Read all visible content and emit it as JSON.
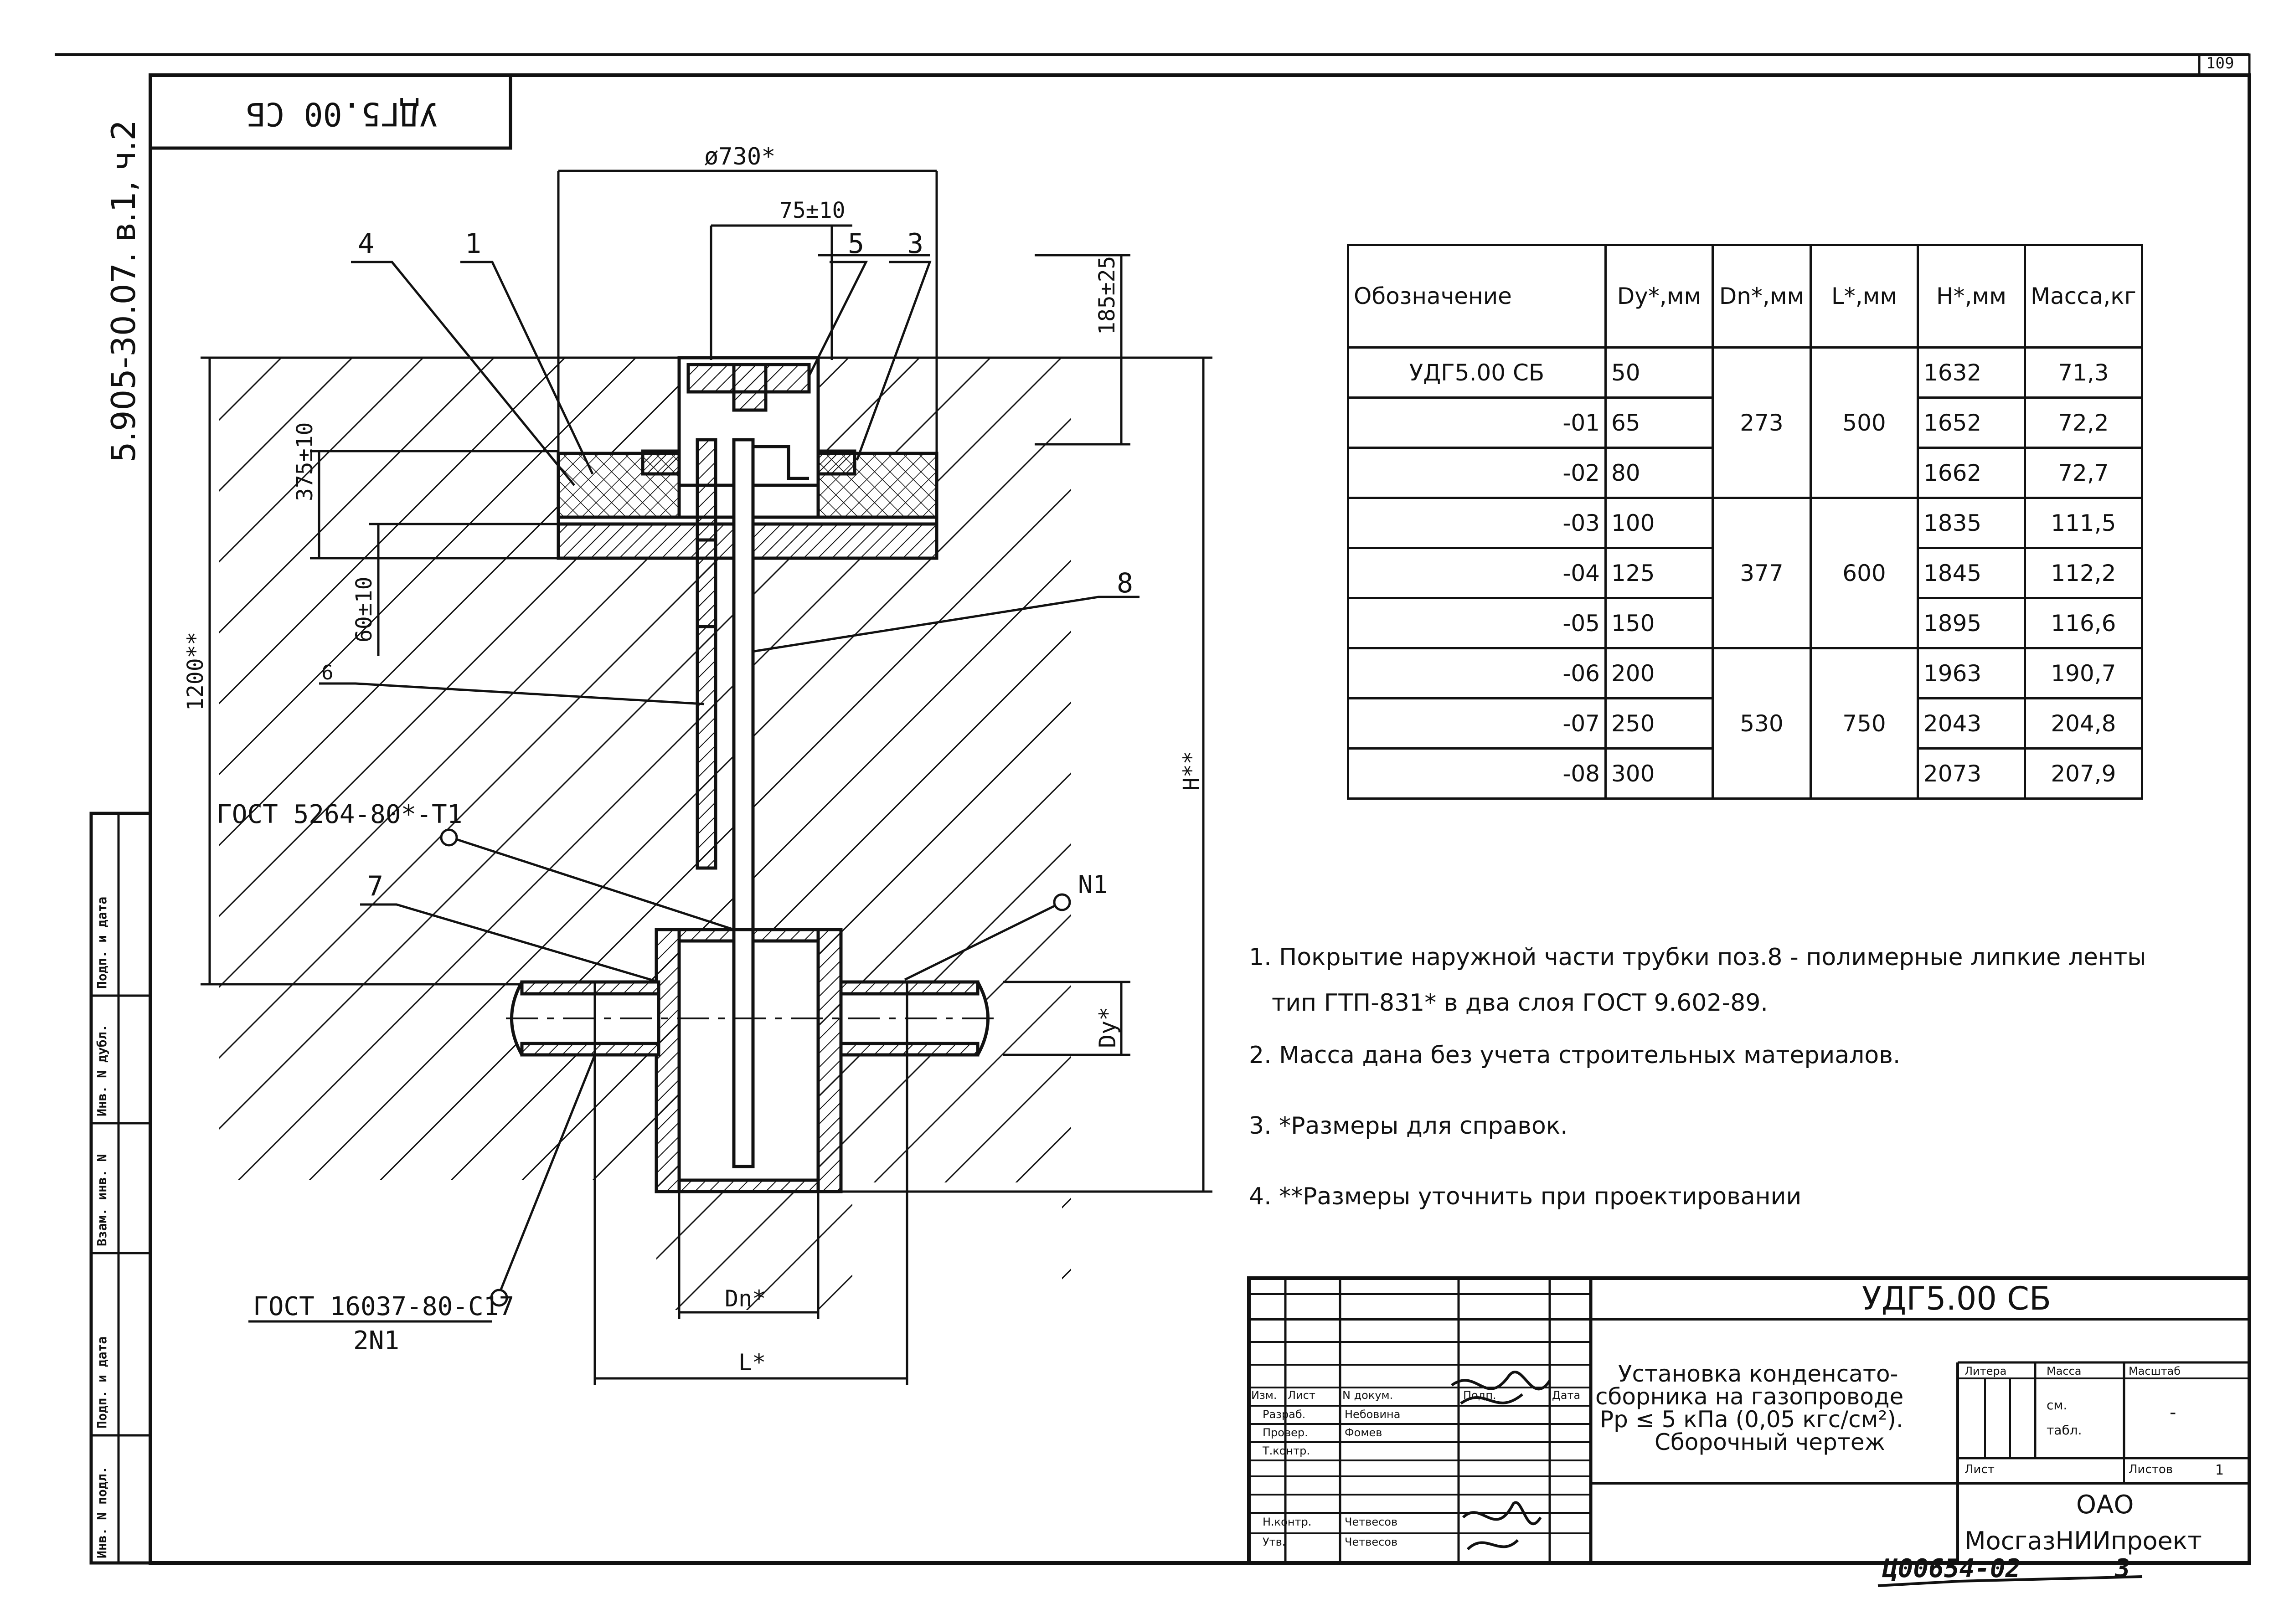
{
  "sheet": {
    "page_number": "109",
    "doc_code_inverted": "УДГ5.00 СБ",
    "series_code": "5.905-30.07. в.1, ч.2",
    "signature_mark": "Ц00654-02",
    "copy_mark": "3"
  },
  "side_stamp": {
    "fields": [
      "Подп. и дата",
      "Инв. N дубл.",
      "Взам. инв. N",
      "Подп. и дата",
      "Инв. N подл."
    ]
  },
  "drawing": {
    "dimensions": {
      "outer_diameter": "ø730*",
      "offset": "75±10",
      "top_height": "185±25",
      "cover_height": "375±10",
      "plate_gap": "60±10",
      "depth": "1200**",
      "total_height": "H**",
      "dy": "Dy*",
      "dn": "Dn*",
      "length": "L*"
    },
    "callouts": [
      "4",
      "1",
      "5",
      "3",
      "8",
      "6",
      "7",
      "N1"
    ],
    "standards": {
      "tee": "ГОСТ 5264-80*-Т1",
      "flange": "ГОСТ 16037-80-С17",
      "flange_sub": "2N1"
    }
  },
  "spec_table": {
    "headers": [
      "Обозначение",
      "Dy*,мм",
      "Dn*,мм",
      "L*,мм",
      "H*,мм",
      "Масса,кг"
    ],
    "rows": [
      {
        "designation": "УДГ5.00 СБ",
        "dy": "50",
        "h": "1632",
        "mass": "71,3"
      },
      {
        "designation": "-01",
        "dy": "65",
        "h": "1652",
        "mass": "72,2"
      },
      {
        "designation": "-02",
        "dy": "80",
        "h": "1662",
        "mass": "72,7"
      },
      {
        "designation": "-03",
        "dy": "100",
        "h": "1835",
        "mass": "111,5"
      },
      {
        "designation": "-04",
        "dy": "125",
        "h": "1845",
        "mass": "112,2"
      },
      {
        "designation": "-05",
        "dy": "150",
        "h": "1895",
        "mass": "116,6"
      },
      {
        "designation": "-06",
        "dy": "200",
        "h": "1963",
        "mass": "190,7"
      },
      {
        "designation": "-07",
        "dy": "250",
        "h": "2043",
        "mass": "204,8"
      },
      {
        "designation": "-08",
        "dy": "300",
        "h": "2073",
        "mass": "207,9"
      }
    ],
    "groups": [
      {
        "dn": "273",
        "l": "500"
      },
      {
        "dn": "377",
        "l": "600"
      },
      {
        "dn": "530",
        "l": "750"
      }
    ]
  },
  "notes": [
    "1. Покрытие наружной части трубки поз.8 - полимерные липкие ленты",
    "тип ГТП-831* в два слоя ГОСТ 9.602-89.",
    "2. Масса дана без учета строительных материалов.",
    "3. *Размеры для справок.",
    "4. **Размеры уточнить при проектировании"
  ],
  "title_block": {
    "doc_code": "УДГ5.00 СБ",
    "title_lines": [
      "Установка конденсато-",
      "сборника на газопроводе",
      "Рр ≤ 5 кПа (0,05 кгс/см²).",
      "Сборочный чертеж"
    ],
    "col_headers": [
      "Изм.",
      "Лист",
      "N докум.",
      "Подп.",
      "Дата"
    ],
    "roles": [
      "Разраб.",
      "Провер.",
      "Т.контр.",
      "",
      "Н.контр.",
      "Утв."
    ],
    "names": [
      "Небовина",
      "Фомев",
      "",
      "",
      "Четвесов",
      "Четвесов"
    ],
    "litera_label": "Литера",
    "mass_label": "Масса",
    "scale_label": "Масштаб",
    "mass_value_1": "см.",
    "mass_value_2": "табл.",
    "scale_value": "-",
    "sheet_label": "Лист",
    "sheets_label": "Листов",
    "sheets_value": "1",
    "org_1": "ОАО",
    "org_2": "МосгазНИИпроект"
  }
}
